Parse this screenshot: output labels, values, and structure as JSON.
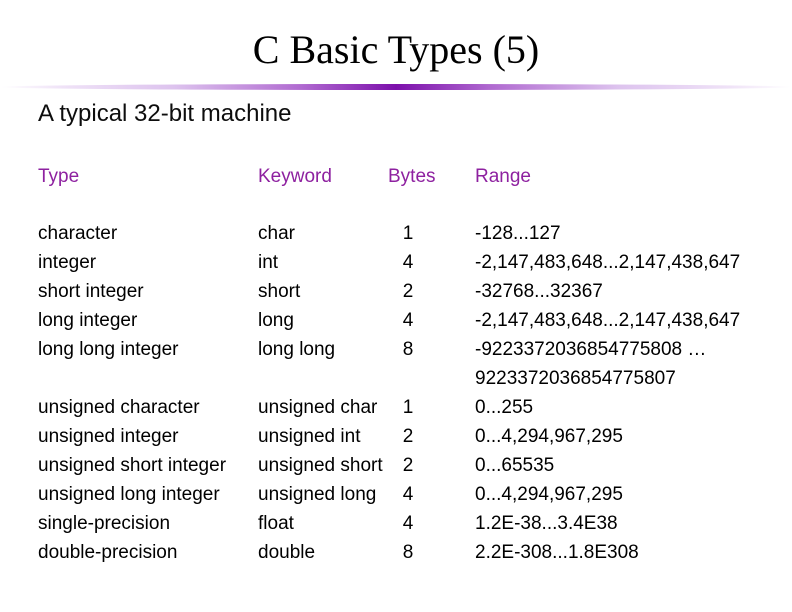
{
  "slide": {
    "title": "C Basic Types (5)",
    "subtitle": "A typical 32-bit machine",
    "accent_color": "#8E21A0",
    "divider": {
      "center_color": "#7c10ab",
      "mid_color": "#b06ad0",
      "light_color": "#ddc3ee",
      "edge_color": "#ffffff"
    }
  },
  "table": {
    "headers": {
      "type": "Type",
      "keyword": "Keyword",
      "bytes": "Bytes",
      "range": "Range"
    },
    "rows": [
      {
        "type": "character",
        "keyword": "char",
        "bytes": "1",
        "range": "-128...127"
      },
      {
        "type": "integer",
        "keyword": "int",
        "bytes": "4",
        "range": "-2,147,483,648...2,147,438,647"
      },
      {
        "type": "short integer",
        "keyword": "short",
        "bytes": "2",
        "range": "-32768...32367"
      },
      {
        "type": "long integer",
        "keyword": "long",
        "bytes": "4",
        "range": "-2,147,483,648...2,147,438,647"
      },
      {
        "type": "long long integer",
        "keyword": "long long",
        "bytes": "8",
        "range": "-9223372036854775808 …"
      },
      {
        "type": "",
        "keyword": "",
        "bytes": "",
        "range": "9223372036854775807"
      },
      {
        "type": "unsigned character",
        "keyword": "unsigned char",
        "bytes": "1",
        "range": "0...255"
      },
      {
        "type": "unsigned integer",
        "keyword": "unsigned int",
        "bytes": "2",
        "range": "0...4,294,967,295"
      },
      {
        "type": "unsigned short integer",
        "keyword": "unsigned short",
        "bytes": "2",
        "range": "0...65535"
      },
      {
        "type": "unsigned long integer",
        "keyword": "unsigned long",
        "bytes": "4",
        "range": "0...4,294,967,295"
      },
      {
        "type": "single-precision",
        "keyword": "float",
        "bytes": "4",
        "range": "1.2E-38...3.4E38"
      },
      {
        "type": "double-precision",
        "keyword": "double",
        "bytes": "8",
        "range": "2.2E-308...1.8E308"
      }
    ]
  }
}
